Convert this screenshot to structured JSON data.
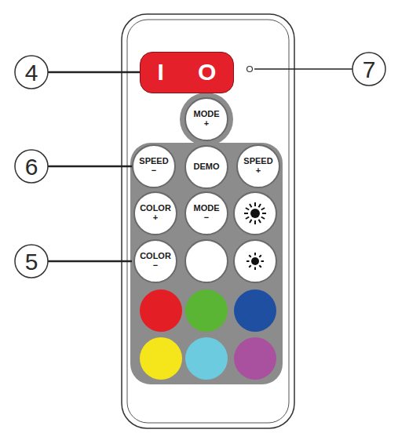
{
  "diagram": {
    "nodes": [
      {
        "text": [
          "I",
          "O"
        ]
      },
      {
        "text": [
          "MODE +"
        ]
      },
      {
        "text": [
          "SPEED −"
        ]
      },
      {
        "text": [
          "DEMO"
        ]
      },
      {
        "text": [
          "SPEED +"
        ]
      },
      {
        "text": [
          "COLOR +"
        ]
      },
      {
        "text": [
          "MODE −"
        ]
      },
      {
        "text": [
          "COLOR −"
        ]
      }
    ],
    "labels": [
      "4",
      "6",
      "5",
      "7"
    ]
  }
}
